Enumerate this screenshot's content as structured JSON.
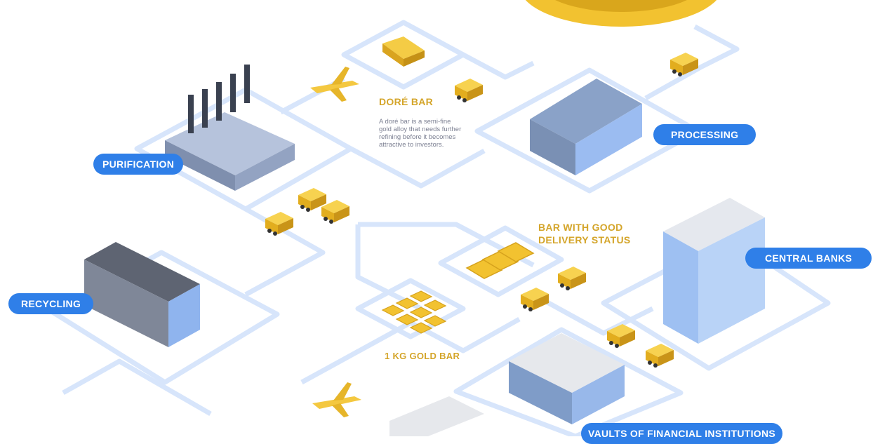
{
  "labels": {
    "purification": "PURIFICATION",
    "processing": "PROCESSING",
    "recycling": "RECYCLING",
    "central_banks": "CENTRAL BANKS",
    "vaults": "VAULTS OF FINANCIAL INSTITUTIONS"
  },
  "products": {
    "dore_bar": {
      "title": "DORÉ BAR",
      "description": "A doré bar is a semi-fine gold alloy that needs further refining before it becomes attractive to investors."
    },
    "good_delivery": {
      "title_line1": "BAR WITH GOOD",
      "title_line2": "DELIVERY STATUS"
    },
    "kg_bar": {
      "title": "1 KG GOLD BAR"
    }
  },
  "colors": {
    "pill": "#2f7fe8",
    "gold_text": "#d4a52a",
    "path": "#d7e5fb",
    "gold": "#f2c230"
  }
}
